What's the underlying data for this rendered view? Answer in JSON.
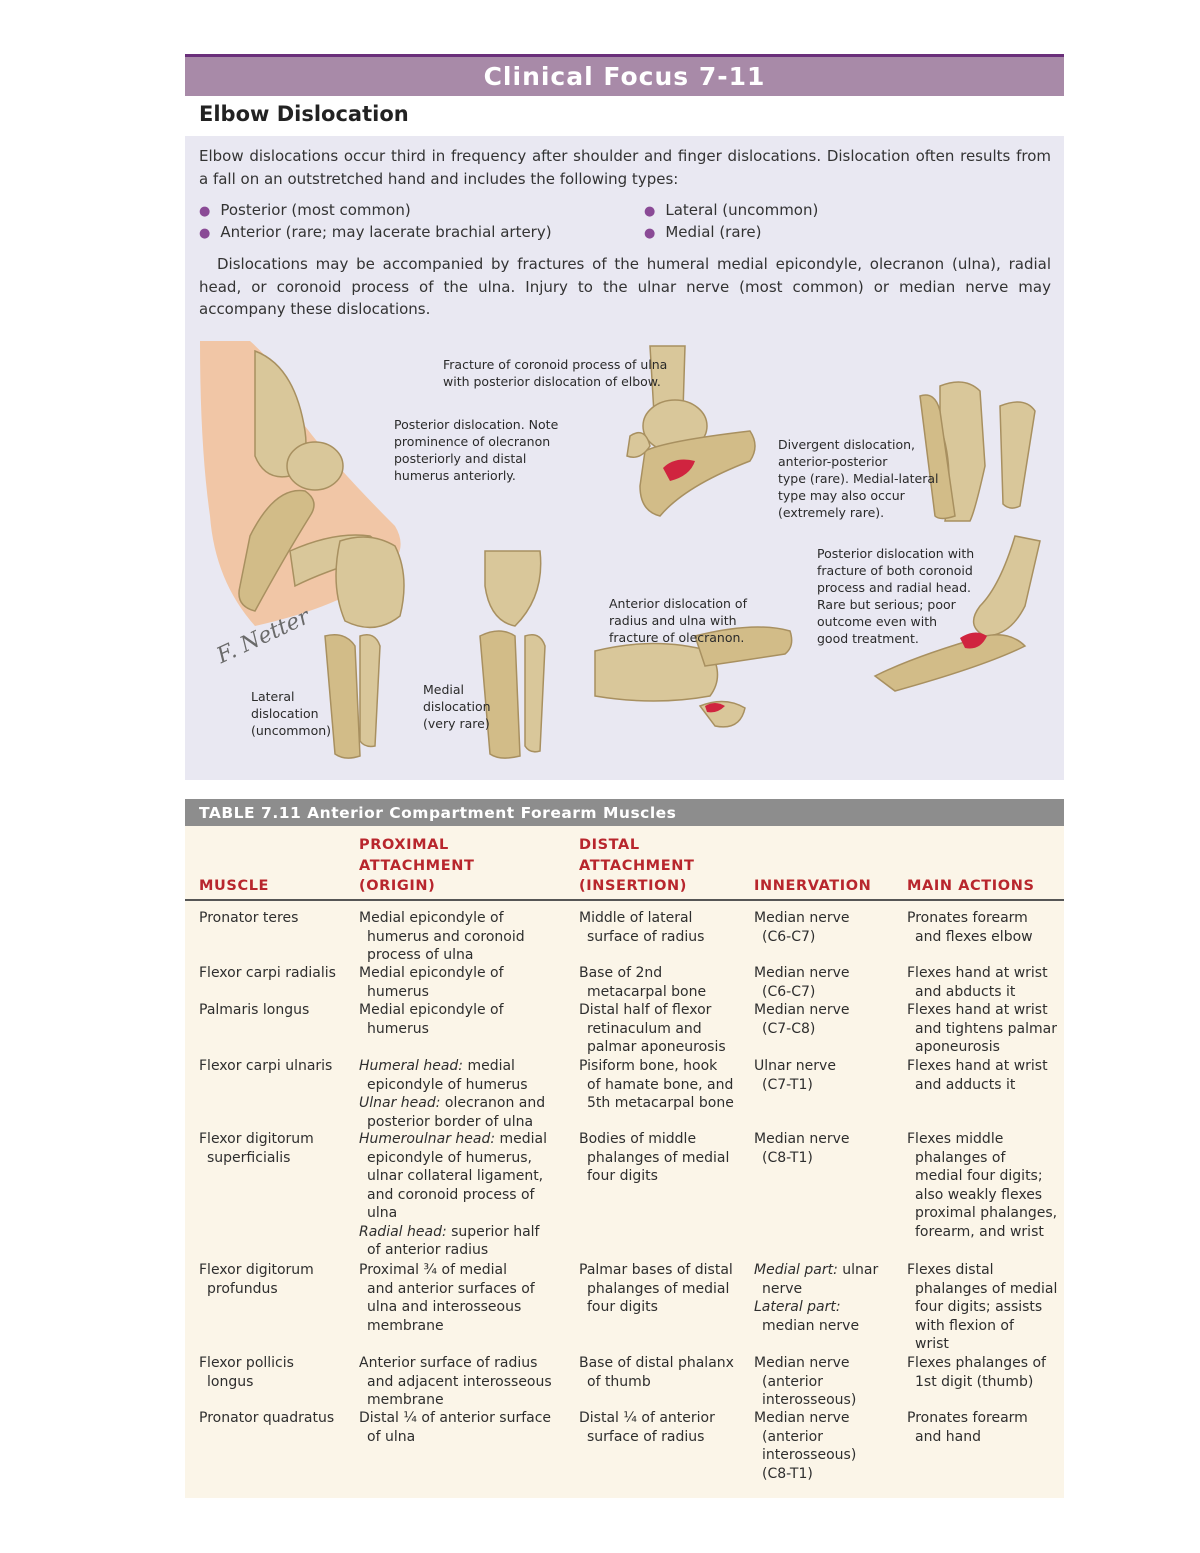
{
  "clinical_focus": {
    "banner": "Clinical Focus 7-11",
    "heading": "Elbow Dislocation",
    "intro": "Elbow dislocations occur third in frequency after shoulder and finger dislocations. Dislocation often results from a fall on an outstretched hand and includes the following types:",
    "bullets": [
      "Posterior (most common)",
      "Anterior (rare; may lacerate brachial artery)",
      "Lateral (uncommon)",
      "Medial (rare)"
    ],
    "paragraph2": "Dislocations may be accompanied by fractures of the humeral medial epicondyle, olecranon (ulna), radial head, or coronoid process of the ulna. Injury to the ulnar nerve (most common) or median nerve may accompany these dislocations.",
    "captions": {
      "coronoid": [
        "Fracture of coronoid process of ulna",
        "with posterior dislocation of elbow."
      ],
      "posterior": [
        "Posterior dislocation. Note",
        "prominence of olecranon",
        "posteriorly and distal",
        "humerus anteriorly."
      ],
      "divergent": [
        "Divergent dislocation,",
        "anterior-posterior",
        "type (rare). Medial-lateral",
        "type may also occur",
        "(extremely rare)."
      ],
      "posterior_both": [
        "Posterior dislocation with",
        "fracture of both coronoid",
        "process and radial head.",
        "Rare but serious; poor",
        "outcome even with",
        "good treatment."
      ],
      "anterior": [
        "Anterior dislocation of",
        "radius and ulna with",
        "fracture of olecranon."
      ],
      "lateral": [
        "Lateral",
        "dislocation",
        "(uncommon)"
      ],
      "medial": [
        "Medial",
        "dislocation",
        "(very rare)"
      ]
    },
    "signature": "F. Netter"
  },
  "table": {
    "title": "TABLE 7.11 Anterior Compartment Forearm Muscles",
    "headers": {
      "muscle": [
        "MUSCLE"
      ],
      "proximal": [
        "PROXIMAL",
        "ATTACHMENT",
        "(ORIGIN)"
      ],
      "distal": [
        "DISTAL",
        "ATTACHMENT",
        "(INSERTION)"
      ],
      "innervation": [
        "INNERVATION"
      ],
      "actions": [
        "MAIN ACTIONS"
      ]
    },
    "rows": [
      {
        "muscle": [
          "Pronator teres"
        ],
        "proximal": [
          "Medial epicondyle of",
          "humerus and coronoid",
          "process of ulna"
        ],
        "distal": [
          "Middle of lateral",
          "surface of radius"
        ],
        "innervation": [
          "Median nerve",
          "(C6-C7)"
        ],
        "actions": [
          "Pronates forearm",
          "and flexes elbow"
        ]
      },
      {
        "muscle": [
          "Flexor carpi radialis"
        ],
        "proximal": [
          "Medial epicondyle of",
          "humerus"
        ],
        "distal": [
          "Base of 2nd",
          "metacarpal bone"
        ],
        "innervation": [
          "Median nerve",
          "(C6-C7)"
        ],
        "actions": [
          "Flexes hand at wrist",
          "and abducts it"
        ]
      },
      {
        "muscle": [
          "Palmaris longus"
        ],
        "proximal": [
          "Medial epicondyle of",
          "humerus"
        ],
        "distal": [
          "Distal half of flexor",
          "retinaculum and",
          "palmar aponeurosis"
        ],
        "innervation": [
          "Median nerve",
          "(C7-C8)"
        ],
        "actions": [
          "Flexes hand at wrist",
          "and tightens palmar",
          "aponeurosis"
        ]
      },
      {
        "muscle": [
          "Flexor carpi ulnaris"
        ],
        "proximal_label_1": "Humeral head:",
        "proximal": [
          " medial",
          "epicondyle of humerus",
          " olecranon and",
          "posterior border of ulna"
        ],
        "proximal_label_2": "Ulnar head:",
        "distal": [
          "Pisiform bone, hook",
          "of hamate bone, and",
          "5th metacarpal bone"
        ],
        "innervation": [
          "Ulnar nerve",
          "(C7-T1)"
        ],
        "actions": [
          "Flexes hand at wrist",
          "and adducts it"
        ]
      },
      {
        "muscle": [
          "Flexor digitorum",
          "superficialis"
        ],
        "proximal_label_1": "Humeroulnar head:",
        "proximal": [
          " medial",
          "epicondyle of humerus,",
          "ulnar collateral ligament,",
          "and coronoid process of",
          "ulna",
          " superior half",
          "of anterior radius"
        ],
        "proximal_label_2": "Radial head:",
        "distal": [
          "Bodies of middle",
          "phalanges of medial",
          "four digits"
        ],
        "innervation": [
          "Median nerve",
          "(C8-T1)"
        ],
        "actions": [
          "Flexes middle",
          "phalanges of",
          "medial four digits;",
          "also weakly flexes",
          "proximal phalanges,",
          "forearm, and wrist"
        ]
      },
      {
        "muscle": [
          "Flexor digitorum",
          "profundus"
        ],
        "proximal": [
          "Proximal ¾ of medial",
          "and anterior surfaces of",
          "ulna and interosseous",
          "membrane"
        ],
        "distal": [
          "Palmar bases of distal",
          "phalanges of medial",
          "four digits"
        ],
        "innervation_label_1": "Medial part:",
        "innervation": [
          " ulnar",
          "nerve",
          "median nerve"
        ],
        "innervation_label_2": "Lateral part:",
        "actions": [
          "Flexes distal",
          "phalanges of medial",
          "four digits; assists",
          "with flexion of",
          "wrist"
        ]
      },
      {
        "muscle": [
          "Flexor pollicis",
          "longus"
        ],
        "proximal": [
          "Anterior surface of radius",
          "and adjacent interosseous",
          "membrane"
        ],
        "distal": [
          "Base of distal phalanx",
          "of thumb"
        ],
        "innervation": [
          "Median nerve",
          "(anterior",
          "interosseous)"
        ],
        "actions": [
          "Flexes phalanges of",
          "1st digit (thumb)"
        ]
      },
      {
        "muscle": [
          "Pronator quadratus"
        ],
        "proximal": [
          "Distal ¼ of anterior surface",
          "of ulna"
        ],
        "distal": [
          "Distal ¼ of anterior",
          "surface of radius"
        ],
        "innervation": [
          "Median nerve",
          "(anterior",
          "interosseous)",
          "(C8-T1)"
        ],
        "actions": [
          "Pronates forearm",
          "and hand"
        ]
      }
    ]
  },
  "colors": {
    "banner": "#a88aa8",
    "banner_rule": "#6a2f7a",
    "box_bg": "#e9e8f2",
    "bullet": "#8a4a96",
    "table_bar": "#8d8d8d",
    "table_bg": "#fbf5e8",
    "header_text": "#b8262d",
    "bone": "#d9c79a",
    "fracture": "#d0243f"
  }
}
